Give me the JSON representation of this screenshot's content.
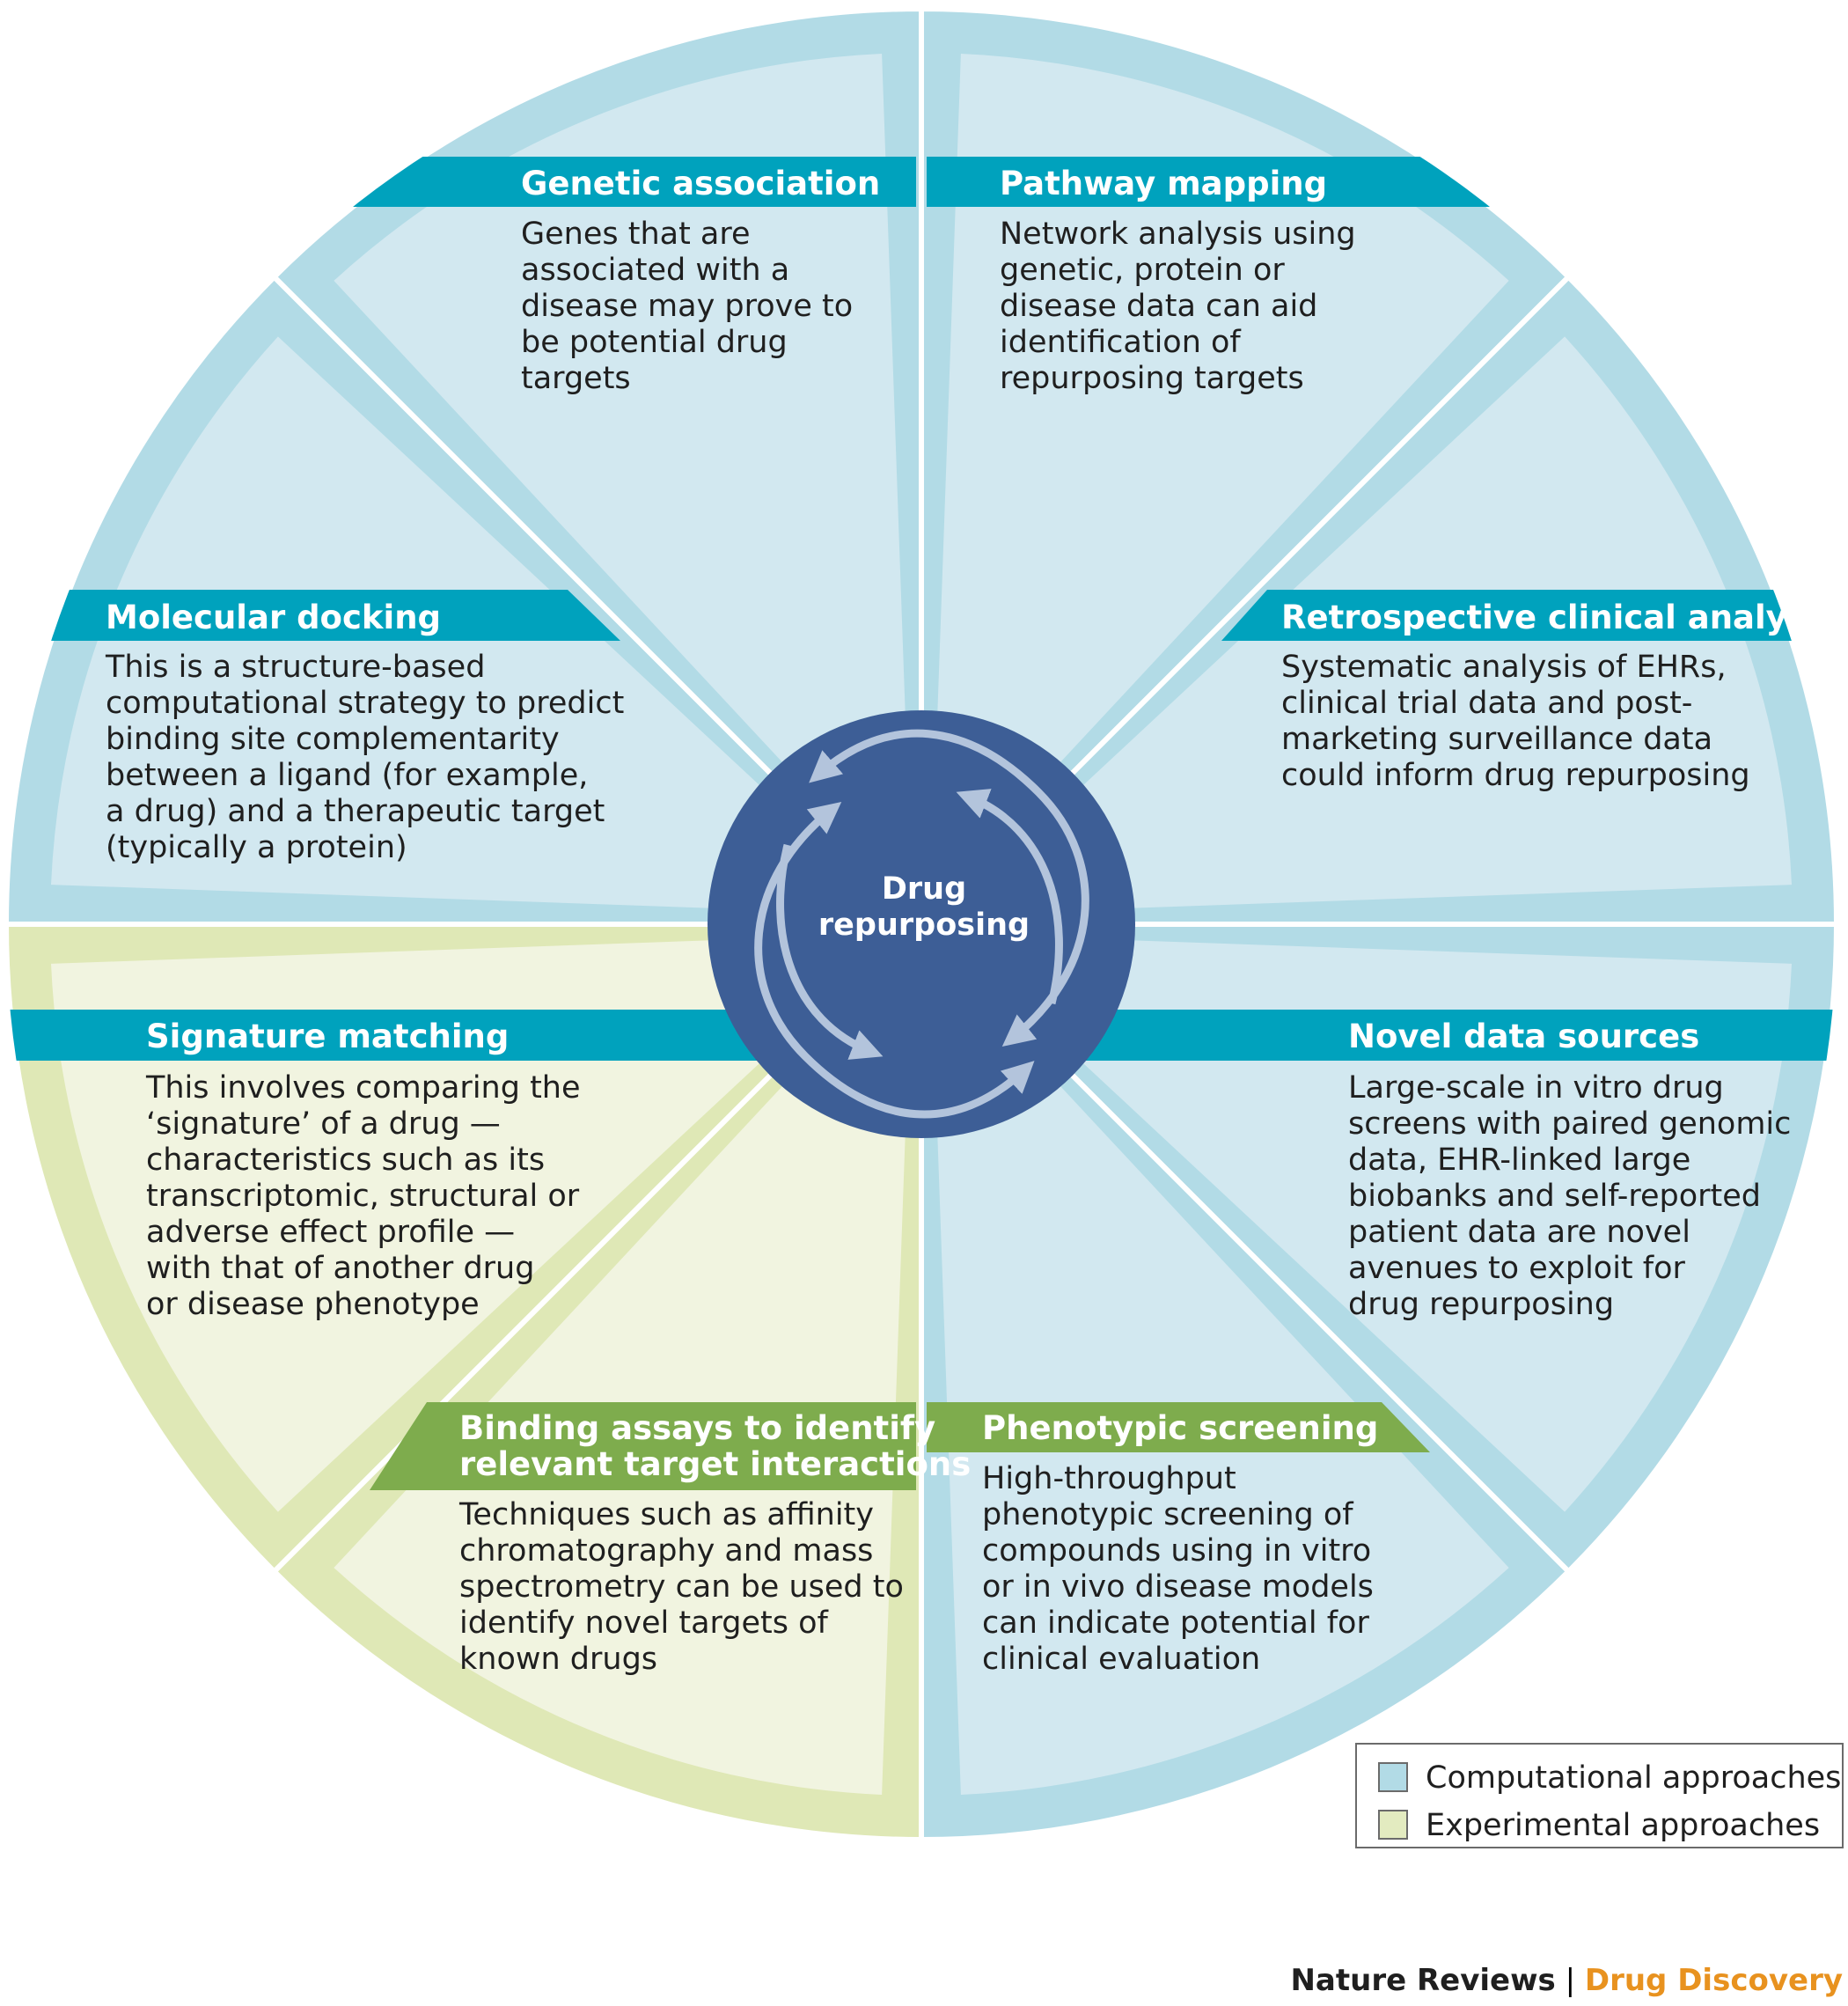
{
  "colors": {
    "computational_light": "#d2e8f0",
    "computational_dark": "#b2dbe6",
    "experimental_light": "#f1f4e0",
    "experimental_dark": "#dfe8b6",
    "computational_band": "#00a2bd",
    "experimental_band": "#7eac4d",
    "hub": "#3d5e96",
    "hub_arrows": "#b3c4dc",
    "credit_journal": "#1f1f1f",
    "credit_section": "#e8921f"
  },
  "center": {
    "line1": "Drug",
    "line2": "repurposing"
  },
  "segments": [
    {
      "id": "genetic-association",
      "type": "computational",
      "title": "Genetic association",
      "lines": [
        "Genes that are",
        "associated with a",
        "disease may prove to",
        "be potential drug",
        "targets"
      ]
    },
    {
      "id": "pathway-mapping",
      "type": "computational",
      "title": "Pathway mapping",
      "lines": [
        "Network analysis using",
        "genetic, protein or",
        "disease data can aid",
        "identification of",
        "repurposing targets"
      ]
    },
    {
      "id": "retrospective-clinical-analysis",
      "type": "computational",
      "title": "Retrospective clinical analysis",
      "lines": [
        "Systematic analysis of EHRs,",
        "clinical trial data and post-",
        "marketing surveillance data",
        "could inform drug repurposing"
      ]
    },
    {
      "id": "novel-data-sources",
      "type": "computational",
      "title": "Novel data sources",
      "lines": [
        "Large-scale in vitro drug",
        "screens with paired genomic",
        "data, EHR-linked large",
        "biobanks and self-reported",
        "patient data are novel",
        "avenues to exploit for",
        "drug repurposing"
      ]
    },
    {
      "id": "phenotypic-screening",
      "type": "experimental",
      "title": "Phenotypic screening",
      "lines": [
        "High-throughput",
        "phenotypic screening of",
        "compounds using in vitro",
        "or in vivo disease models",
        "can indicate potential for",
        "clinical evaluation"
      ]
    },
    {
      "id": "binding-assays",
      "type": "experimental",
      "title_lines": [
        "Binding assays to identify",
        "relevant target interactions"
      ],
      "lines": [
        "Techniques such as affinity",
        "chromatography and mass",
        "spectrometry can be used to",
        "identify novel targets of",
        "known drugs"
      ]
    },
    {
      "id": "signature-matching",
      "type": "computational",
      "title": "Signature matching",
      "lines": [
        "This involves comparing the",
        "‘signature’ of a drug —",
        "characteristics such as its",
        "transcriptomic, structural or",
        "adverse effect profile —",
        "with that of another drug",
        "or disease phenotype"
      ]
    },
    {
      "id": "molecular-docking",
      "type": "computational",
      "title": "Molecular docking",
      "lines": [
        "This is a structure-based",
        "computational strategy to predict",
        "binding site complementarity",
        "between a ligand (for example,",
        "a drug) and a therapeutic target",
        "(typically a protein)"
      ]
    }
  ],
  "legend": {
    "items": [
      {
        "label": "Computational approaches",
        "color": "#b2dbe6"
      },
      {
        "label": "Experimental approaches",
        "color": "#e3ebc0"
      }
    ]
  },
  "credit": {
    "journal": "Nature Reviews",
    "separator": " | ",
    "section": "Drug Discovery"
  }
}
